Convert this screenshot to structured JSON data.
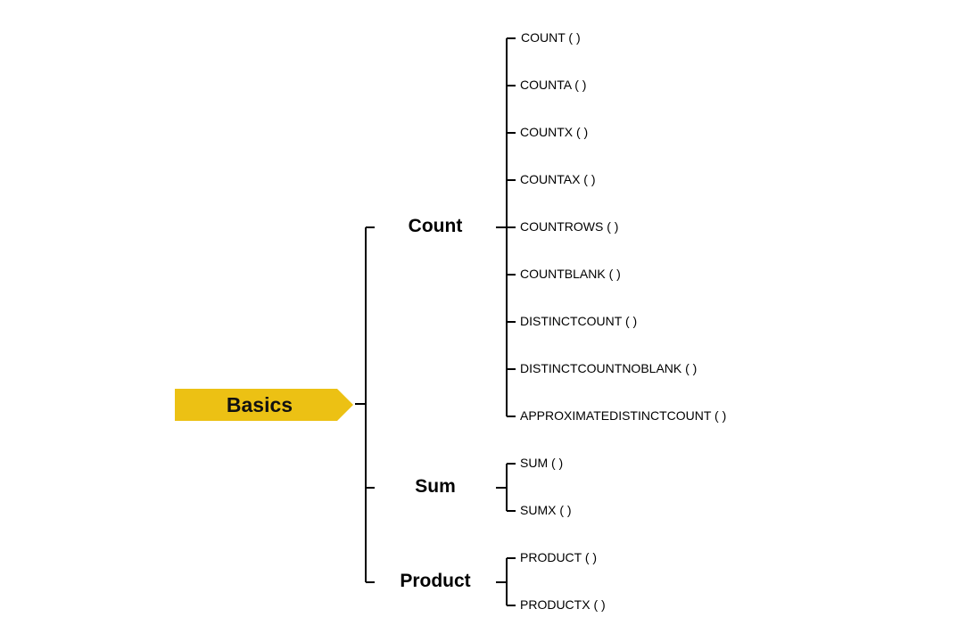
{
  "root": {
    "label": "Basics"
  },
  "groups": [
    {
      "label": "Count",
      "items": [
        "COUNT ( )",
        "COUNTA  ( )",
        "COUNTX  ( )",
        "COUNTAX  ( )",
        "COUNTROWS  ( )",
        "COUNTBLANK  ( )",
        "DISTINCTCOUNT  ( )",
        "DISTINCTCOUNTNOBLANK  ( )",
        "APPROXIMATEDISTINCTCOUNT  ( )"
      ]
    },
    {
      "label": "Sum",
      "items": [
        "SUM ( )",
        "SUMX ( )"
      ]
    },
    {
      "label": "Product",
      "items": [
        "PRODUCT ( )",
        "PRODUCTX ( )"
      ]
    }
  ],
  "colors": {
    "root_fill": "#ECC114",
    "lines": "#000000"
  }
}
